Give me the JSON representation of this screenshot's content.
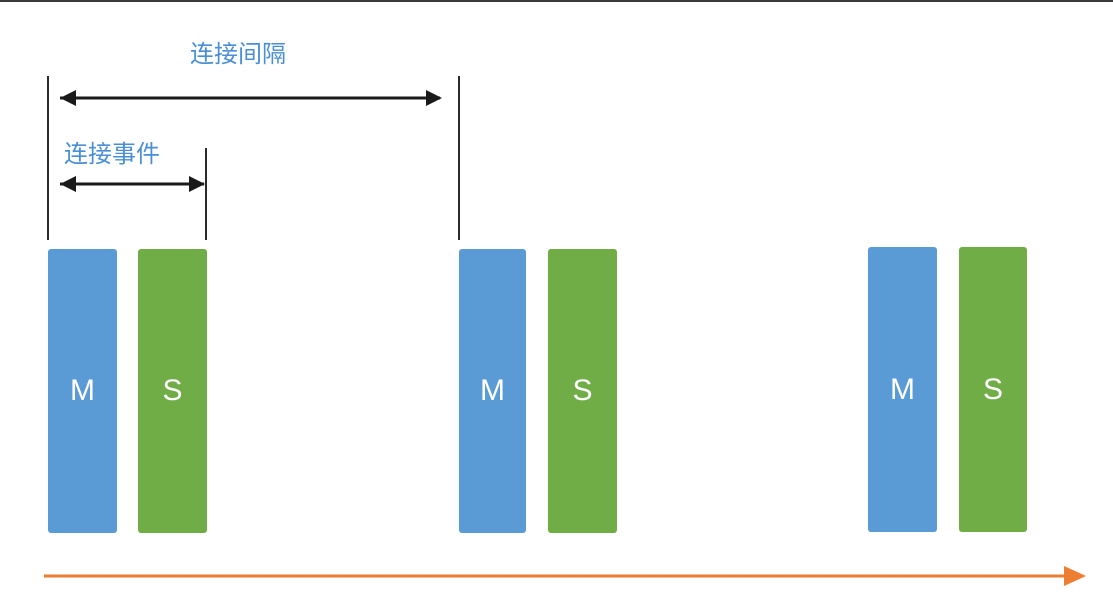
{
  "diagram": {
    "interval_label": "连接间隔",
    "event_label": "连接事件",
    "groups": [
      {
        "master_label": "M",
        "slave_label": "S"
      },
      {
        "master_label": "M",
        "slave_label": "S"
      },
      {
        "master_label": "M",
        "slave_label": "S"
      }
    ],
    "colors": {
      "master": "#5b9bd5",
      "slave": "#70ad47",
      "timeline": "#ed7d31",
      "label": "#4a8fd4",
      "line": "#2b2b2b"
    }
  }
}
